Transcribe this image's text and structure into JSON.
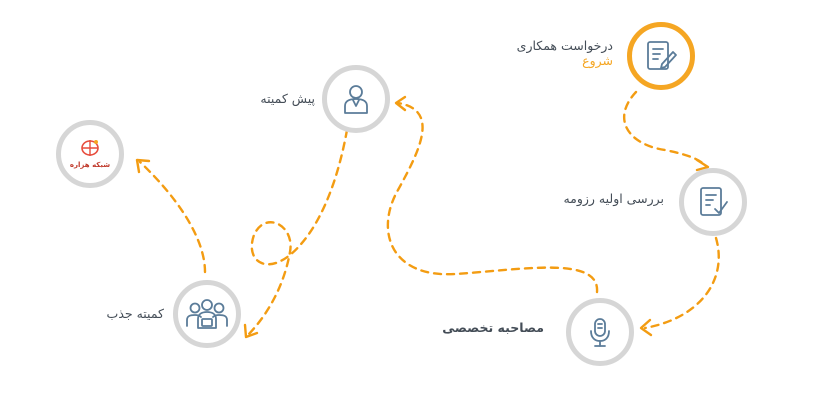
{
  "steps": [
    {
      "id": "request",
      "label": "درخواست همکاری",
      "sublabel": "شروع",
      "icon": "document-edit-icon",
      "active": true
    },
    {
      "id": "resume",
      "label": "بررسی اولیه رزومه",
      "icon": "document-check-icon",
      "active": false
    },
    {
      "id": "interview",
      "label": "مصاحبه تخصصی",
      "icon": "microphone-icon",
      "active": false
    },
    {
      "id": "pre_committee",
      "label": "پیش کمیته",
      "icon": "person-icon",
      "active": false
    },
    {
      "id": "recruitment",
      "label": "کمیته جذب",
      "icon": "group-icon",
      "active": false
    },
    {
      "id": "final",
      "label": "",
      "icon": "hezareh-logo",
      "logo_text": "شبکه هزاره",
      "active": false
    }
  ],
  "colors": {
    "accent": "#f5a623",
    "path": "#f39c12",
    "ring": "#d6d6d6",
    "icon": "#5b7c99",
    "text": "#444d57"
  }
}
